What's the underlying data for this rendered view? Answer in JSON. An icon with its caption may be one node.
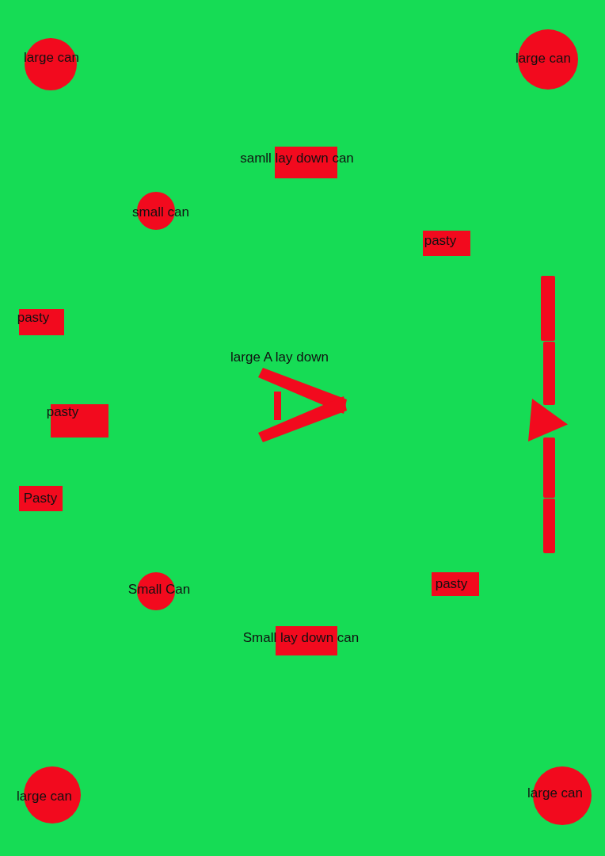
{
  "diagram": {
    "nodes": [
      {
        "text": [
          "large can"
        ]
      },
      {
        "text": [
          "large can"
        ]
      },
      {
        "text": [
          "samll lay down can"
        ]
      },
      {
        "text": [
          "small can"
        ]
      },
      {
        "text": [
          "pasty"
        ]
      },
      {
        "text": [],
        "shape": "bar"
      },
      {
        "text": [
          "pasty"
        ]
      },
      {
        "text": [],
        "shape": "bar"
      },
      {
        "text": [
          "large A lay down"
        ]
      },
      {
        "text": [],
        "shape": "triangle"
      },
      {
        "text": [
          "pasty"
        ]
      },
      {
        "text": [],
        "shape": "bar"
      },
      {
        "text": [
          "Pasty"
        ]
      },
      {
        "text": [],
        "shape": "bar"
      },
      {
        "text": [
          "Small Can"
        ]
      },
      {
        "text": [
          "pasty"
        ]
      },
      {
        "text": [
          "Small lay down can"
        ]
      },
      {
        "text": [
          "large can"
        ]
      },
      {
        "text": [
          "large can"
        ]
      }
    ]
  }
}
